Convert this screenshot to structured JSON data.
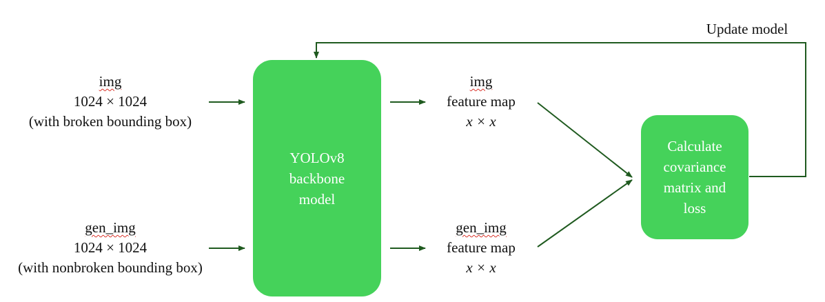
{
  "inputs": {
    "top": {
      "name": "img",
      "size": "1024 × 1024",
      "note": "(with broken bounding box)"
    },
    "bottom": {
      "name": "gen_img",
      "size": "1024 × 1024",
      "note": "(with nonbroken bounding box)"
    }
  },
  "backbone": {
    "line1": "YOLOv8",
    "line2": "backbone",
    "line3": "model"
  },
  "features": {
    "top": {
      "name": "img",
      "caption": "feature map",
      "dims": "x × x"
    },
    "bottom": {
      "name": "gen_img",
      "caption": "feature map",
      "dims": "x × x"
    }
  },
  "loss_box": {
    "line1": "Calculate",
    "line2": "covariance",
    "line3": "matrix and",
    "line4": "loss"
  },
  "feedback": {
    "label": "Update model"
  },
  "colors": {
    "box_fill": "#45d25a",
    "arrow": "#1f5a1f",
    "text": "#111111",
    "spell_underline": "#d9342b"
  }
}
